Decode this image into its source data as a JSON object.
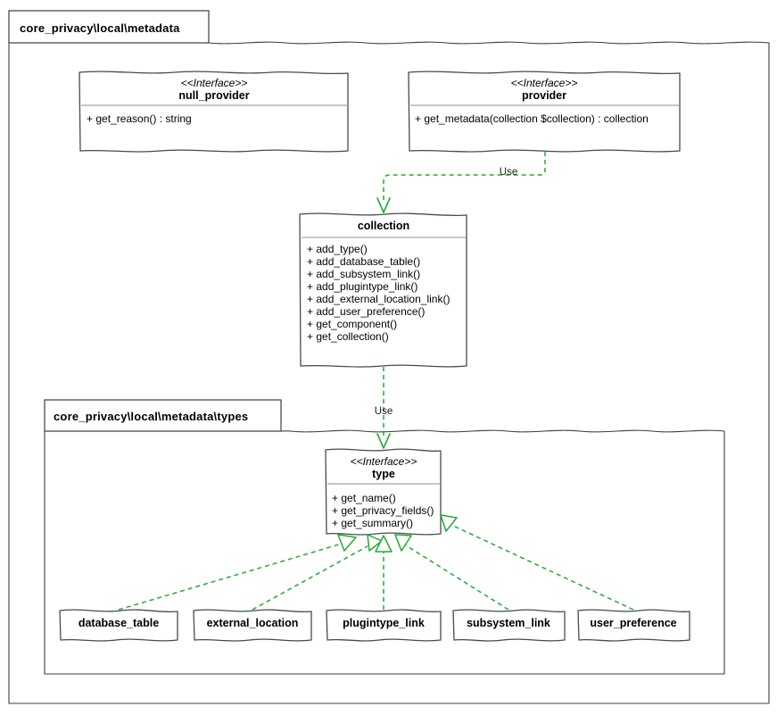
{
  "diagram": {
    "kind": "uml-class-diagram",
    "accent_color": "#22aa33",
    "line_color": "#3c3c3c",
    "background": "#ffffff"
  },
  "outer_package": {
    "label": "core_privacy\\local\\metadata"
  },
  "inner_package": {
    "label": "core_privacy\\local\\metadata\\types"
  },
  "classes": {
    "null_provider": {
      "stereotype": "<<Interface>>",
      "name": "null_provider",
      "members": [
        "+ get_reason() : string"
      ]
    },
    "provider": {
      "stereotype": "<<Interface>>",
      "name": "provider",
      "members": [
        "+ get_metadata(collection $collection) : collection"
      ]
    },
    "collection": {
      "stereotype": "",
      "name": "collection",
      "members": [
        "+ add_type()",
        "+ add_database_table()",
        "+ add_subsystem_link()",
        "+ add_plugintype_link()",
        "+ add_external_location_link()",
        "+ add_user_preference()",
        "+ get_component()",
        "+ get_collection()"
      ]
    },
    "type": {
      "stereotype": "<<Interface>>",
      "name": "type",
      "members": [
        "+ get_name()",
        "+ get_privacy_fields()",
        "+ get_summary()"
      ]
    }
  },
  "leaf_classes": [
    {
      "name": "database_table"
    },
    {
      "name": "external_location"
    },
    {
      "name": "plugintype_link"
    },
    {
      "name": "subsystem_link"
    },
    {
      "name": "user_preference"
    }
  ],
  "edges": [
    {
      "label": "Use",
      "from": "provider",
      "to": "collection",
      "type": "dependency"
    },
    {
      "label": "Use",
      "from": "collection",
      "to": "type",
      "type": "dependency"
    },
    {
      "label": "",
      "from": "database_table",
      "to": "type",
      "type": "realization"
    },
    {
      "label": "",
      "from": "external_location",
      "to": "type",
      "type": "realization"
    },
    {
      "label": "",
      "from": "plugintype_link",
      "to": "type",
      "type": "realization"
    },
    {
      "label": "",
      "from": "subsystem_link",
      "to": "type",
      "type": "realization"
    },
    {
      "label": "",
      "from": "user_preference",
      "to": "type",
      "type": "realization"
    }
  ]
}
